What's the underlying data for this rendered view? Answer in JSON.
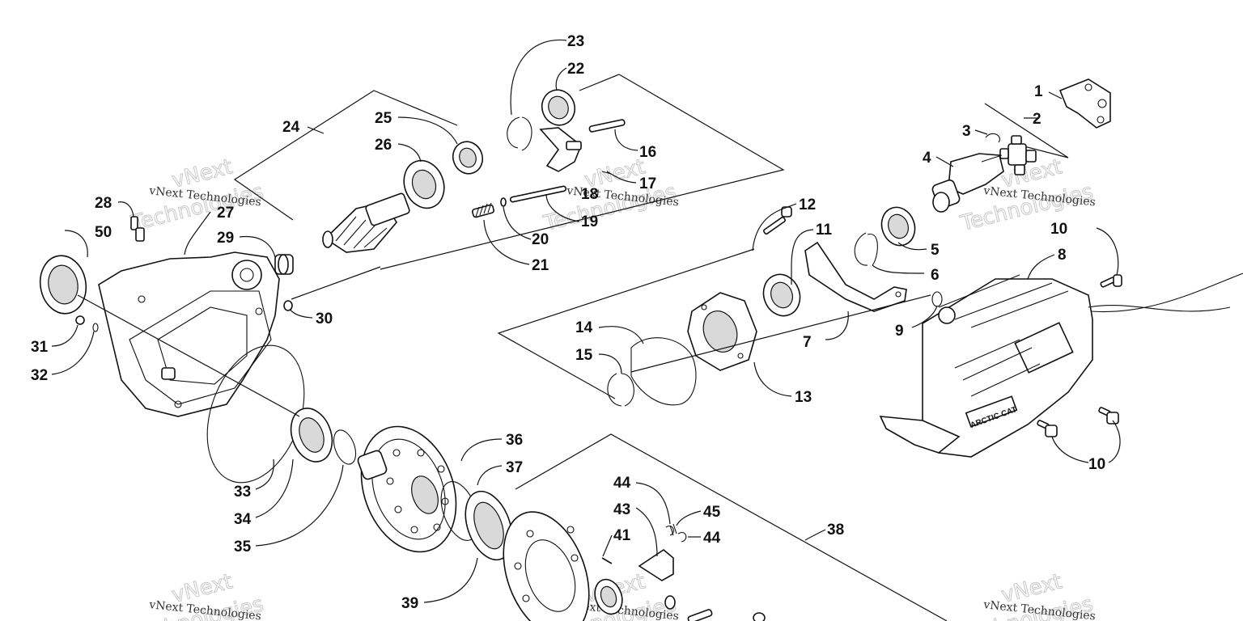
{
  "callouts": {
    "c1": "1",
    "c2": "2",
    "c3": "3",
    "c4": "4",
    "c5": "5",
    "c6": "6",
    "c7": "7",
    "c8": "8",
    "c9": "9",
    "c10a": "10",
    "c10b": "10",
    "c11": "11",
    "c12": "12",
    "c13": "13",
    "c14": "14",
    "c15": "15",
    "c16": "16",
    "c17": "17",
    "c18": "18",
    "c19": "19",
    "c20": "20",
    "c21": "21",
    "c22": "22",
    "c23": "23",
    "c24": "24",
    "c25": "25",
    "c26": "26",
    "c27": "27",
    "c28": "28",
    "c29": "29",
    "c30": "30",
    "c31": "31",
    "c32": "32",
    "c33": "33",
    "c34": "34",
    "c35": "35",
    "c36": "36",
    "c37": "37",
    "c38": "38",
    "c39": "39",
    "c41": "41",
    "c43": "43",
    "c44a": "44",
    "c44b": "44",
    "c45": "45",
    "c50": "50"
  },
  "watermark": {
    "small": "vNext Technologies",
    "big_top": "vNext",
    "big_bottom": "Technologies"
  },
  "housing_text": "ARCTIC CAT"
}
